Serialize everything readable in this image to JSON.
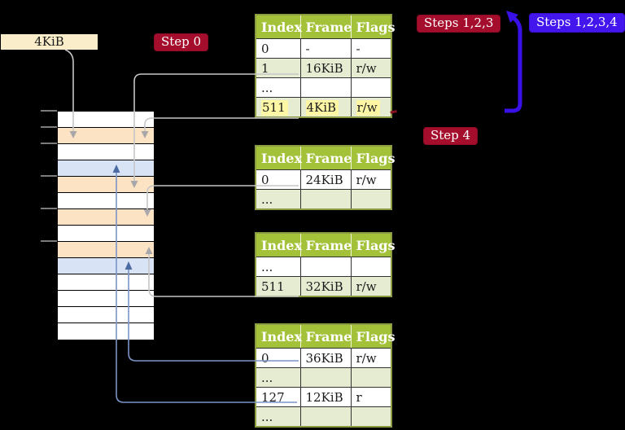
{
  "diagram": {
    "frame_box_label": "4KiB",
    "badges": {
      "step0": "Step 0",
      "steps123": "Steps 1,2,3",
      "steps1234": "Steps 1,2,3,4",
      "step4": "Step 4"
    },
    "tables": [
      {
        "id": "page-table-level4",
        "headers": [
          "Index",
          "Frame",
          "Flags"
        ],
        "rows": [
          {
            "cells": [
              "0",
              "-",
              "-"
            ],
            "shade": "white"
          },
          {
            "cells": [
              "1",
              "16KiB",
              "r/w"
            ],
            "shade": "green"
          },
          {
            "cells": [
              "...",
              "",
              ""
            ],
            "shade": "white"
          },
          {
            "cells": [
              "511",
              "4KiB",
              "r/w"
            ],
            "shade": "green",
            "highlight": "true"
          }
        ]
      },
      {
        "id": "page-table-level3",
        "headers": [
          "Index",
          "Frame",
          "Flags"
        ],
        "rows": [
          {
            "cells": [
              "0",
              "24KiB",
              "r/w"
            ],
            "shade": "white"
          },
          {
            "cells": [
              "...",
              "",
              ""
            ],
            "shade": "green"
          }
        ]
      },
      {
        "id": "page-table-level2",
        "headers": [
          "Index",
          "Frame",
          "Flags"
        ],
        "rows": [
          {
            "cells": [
              "...",
              "",
              ""
            ],
            "shade": "white"
          },
          {
            "cells": [
              "511",
              "32KiB",
              "r/w"
            ],
            "shade": "green"
          }
        ]
      },
      {
        "id": "page-table-level1",
        "headers": [
          "Index",
          "Frame",
          "Flags"
        ],
        "rows": [
          {
            "cells": [
              "0",
              "36KiB",
              "r/w"
            ],
            "shade": "white"
          },
          {
            "cells": [
              "...",
              "",
              ""
            ],
            "shade": "green"
          },
          {
            "cells": [
              "127",
              "12KiB",
              "r"
            ],
            "shade": "white"
          },
          {
            "cells": [
              "...",
              "",
              ""
            ],
            "shade": "green"
          }
        ]
      }
    ],
    "memory_column": {
      "rows": [
        "white",
        "orange",
        "white",
        "blue",
        "orange",
        "white",
        "orange",
        "white",
        "orange",
        "blue",
        "white",
        "white",
        "white",
        "white"
      ],
      "tick_count": 6
    },
    "arrows": [
      {
        "from": "frame-box-4KiB",
        "to": "memory-row-2",
        "style": "gray"
      },
      {
        "from": "level4-entry-1",
        "to": "memory-row-5",
        "style": "gray"
      },
      {
        "from": "level4-entry-511",
        "to": "memory-row-2",
        "style": "gray"
      },
      {
        "from": "level3-entry-0",
        "to": "memory-row-7",
        "style": "gray"
      },
      {
        "from": "level2-entry-511",
        "to": "memory-row-9",
        "style": "gray"
      },
      {
        "from": "level1-entry-0",
        "to": "memory-row-10",
        "style": "steel-blue"
      },
      {
        "from": "level1-entry-127",
        "to": "memory-row-4",
        "style": "steel-blue"
      },
      {
        "from": "bottom-loop",
        "to": "top-arrowhead",
        "style": "vivid-blue"
      }
    ],
    "colors": {
      "background": "#000000",
      "badge_red": "#a50d2d",
      "badge_blue": "#4316ee",
      "header_green": "#a3c139",
      "row_green": "#e5ecd2",
      "table_border": "#8b9c43",
      "memory_orange": "#fce3c4",
      "memory_blue": "#d8e4f6",
      "frame_box_cream": "#f9edca",
      "highlight_yellow": "#fdf7a5",
      "arrow_gray": "#b9b9bc",
      "arrow_steel_blue": "#7a94c5",
      "arrow_vivid_blue": "#3a10e8",
      "red_dash": "#8c1126"
    }
  }
}
